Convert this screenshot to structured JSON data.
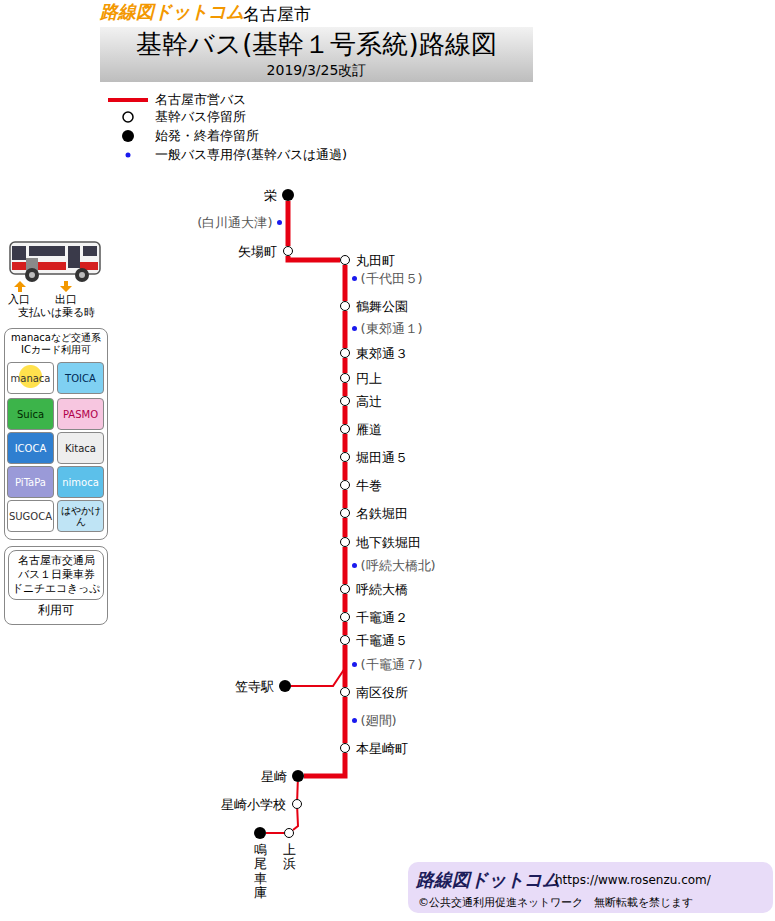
{
  "diagram": {
    "title": "基幹バス(基幹１号系統)路線図",
    "nodes": [
      {
        "text": [
          "栄"
        ]
      },
      {
        "text": [
          "(白川通大津)"
        ]
      },
      {
        "text": [
          "矢場町"
        ]
      },
      {
        "text": [
          "丸田町"
        ]
      },
      {
        "text": [
          "(千代田５)"
        ]
      },
      {
        "text": [
          "鶴舞公園"
        ]
      },
      {
        "text": [
          "(東郊通１)"
        ]
      },
      {
        "text": [
          "東郊通３"
        ]
      },
      {
        "text": [
          "円上"
        ]
      },
      {
        "text": [
          "高辻"
        ]
      },
      {
        "text": [
          "雁道"
        ]
      },
      {
        "text": [
          "堀田通５"
        ]
      },
      {
        "text": [
          "牛巻"
        ]
      },
      {
        "text": [
          "名鉄堀田"
        ]
      },
      {
        "text": [
          "地下鉄堀田"
        ]
      },
      {
        "text": [
          "(呼続大橋北)"
        ]
      },
      {
        "text": [
          "呼続大橋"
        ]
      },
      {
        "text": [
          "千竈通２"
        ]
      },
      {
        "text": [
          "千竈通５"
        ]
      },
      {
        "text": [
          "(千竈通７)"
        ]
      },
      {
        "text": [
          "笠寺駅"
        ]
      },
      {
        "text": [
          "南区役所"
        ]
      },
      {
        "text": [
          "(廻間)"
        ]
      },
      {
        "text": [
          "本星崎町"
        ]
      },
      {
        "text": [
          "星崎"
        ]
      },
      {
        "text": [
          "星崎小学校"
        ]
      },
      {
        "text": [
          "上浜"
        ]
      },
      {
        "text": [
          "鳴尾車庫"
        ]
      },
      {
        "text": [
          "manacaなど交通系 ICカード利用可"
        ]
      },
      {
        "text": [
          "manaca"
        ],
        "in": 28
      },
      {
        "text": [
          "TOICA"
        ],
        "in": 28
      },
      {
        "text": [
          "Suica"
        ],
        "in": 28
      },
      {
        "text": [
          "PASMO"
        ],
        "in": 28
      },
      {
        "text": [
          "ICOCA"
        ],
        "in": 28
      },
      {
        "text": [
          "Kitaca"
        ],
        "in": 28
      },
      {
        "text": [
          "PiTaPa"
        ],
        "in": 28
      },
      {
        "text": [
          "nimoca"
        ],
        "in": 28
      },
      {
        "text": [
          "SUGOCA"
        ],
        "in": 28
      },
      {
        "text": [
          "はやかけん"
        ],
        "in": 28
      },
      {
        "text": [
          "利用可"
        ]
      },
      {
        "text": [
          "名古屋市交通局 バス１日乗車券 ドニチエコきっぷ"
        ],
        "in": 39
      },
      {
        "text": [
          "路線図ドットコム",
          "https://www.rosenzu.com/",
          "©公共交通利用促進ネットワーク　無断転載を禁じます"
        ]
      }
    ],
    "edges": [
      {
        "from": 0,
        "to": 2,
        "arrow": "none"
      },
      {
        "from": 2,
        "to": 3,
        "arrow": "none"
      },
      {
        "from": 3,
        "to": 5,
        "arrow": "none"
      },
      {
        "from": 5,
        "to": 7,
        "arrow": "none"
      },
      {
        "from": 7,
        "to": 8,
        "arrow": "none"
      },
      {
        "from": 8,
        "to": 9,
        "arrow": "none"
      },
      {
        "from": 9,
        "to": 10,
        "arrow": "none"
      },
      {
        "from": 10,
        "to": 11,
        "arrow": "none"
      },
      {
        "from": 11,
        "to": 12,
        "arrow": "none"
      },
      {
        "from": 12,
        "to": 13,
        "arrow": "none"
      },
      {
        "from": 13,
        "to": 14,
        "arrow": "none"
      },
      {
        "from": 14,
        "to": 16,
        "arrow": "none"
      },
      {
        "from": 16,
        "to": 17,
        "arrow": "none"
      },
      {
        "from": 17,
        "to": 18,
        "arrow": "none"
      },
      {
        "from": 18,
        "to": 21,
        "arrow": "none"
      },
      {
        "from": 21,
        "to": 23,
        "arrow": "none"
      },
      {
        "from": 23,
        "to": 24,
        "arrow": "none"
      },
      {
        "from": 20,
        "to": 18,
        "arrow": "none"
      },
      {
        "from": 24,
        "to": 25,
        "arrow": "none"
      },
      {
        "from": 25,
        "to": 26,
        "arrow": "none"
      },
      {
        "from": 26,
        "to": 27,
        "arrow": "none"
      }
    ],
    "labels": [
      "路線図ドットコム",
      "名古屋市",
      "2019/3/25改訂",
      "入口",
      "出口",
      "支払いは乗る時"
    ],
    "legend": [
      {
        "text": "名古屋市営バス"
      },
      {
        "text": "基幹バス停留所"
      },
      {
        "text": "始発・終着停留所"
      },
      {
        "text": "一般バス専用停(基幹バスは通過)"
      }
    ]
  }
}
